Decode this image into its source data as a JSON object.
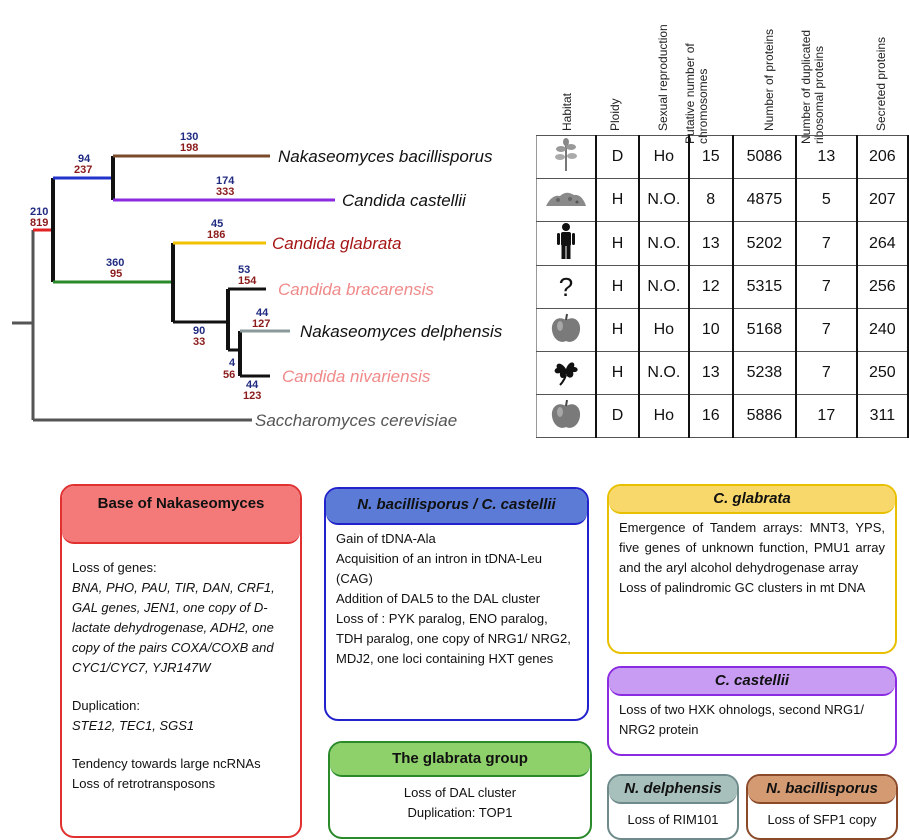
{
  "tree": {
    "taxa": [
      {
        "name": "Nakaseomyces bacillisporus",
        "color": "#111111"
      },
      {
        "name": "Candida castellii",
        "color": "#111111"
      },
      {
        "name": "Candida glabrata",
        "color": "#a61616"
      },
      {
        "name": "Candida bracarensis",
        "color": "#f08a8a"
      },
      {
        "name": "Nakaseomyces delphensis",
        "color": "#111111"
      },
      {
        "name": "Candida nivariensis",
        "color": "#f08a8a"
      },
      {
        "name": "Saccharomyces cerevisiae",
        "color": "#555555"
      }
    ],
    "branch_labels": [
      {
        "blue": "210",
        "red": "819"
      },
      {
        "blue": "94",
        "red": "237"
      },
      {
        "blue": "130",
        "red": "198"
      },
      {
        "blue": "174",
        "red": "333"
      },
      {
        "blue": "360",
        "red": "95"
      },
      {
        "blue": "45",
        "red": "186"
      },
      {
        "blue": "90",
        "red": "33"
      },
      {
        "blue": "53",
        "red": "154"
      },
      {
        "blue": "44",
        "red": "127"
      },
      {
        "blue": "4",
        "red": "56"
      },
      {
        "blue": "44",
        "red": "123"
      }
    ],
    "colors": {
      "root_branch": "#e02222",
      "bacillisporus_castellii_branch": "#2233cc",
      "bacillisporus_branch": "#7a4a2a",
      "castellii_branch": "#8a2be2",
      "glabrata_group_branch": "#2a8a2a",
      "glabrata_branch": "#f2c200",
      "delphensis_branch": "#8a9a9a",
      "cerevisiae_branch": "#555555",
      "label_blue": "#1f2a80",
      "label_red": "#8b1a1a"
    }
  },
  "table": {
    "headers": {
      "habitat": "Habitat",
      "ploidy": "Ploidy",
      "sexual": "Sexual reproduction",
      "chromosomes_l1": "Putative number of",
      "chromosomes_l2": "chromosomes",
      "proteins": "Number of proteins",
      "ribosomal_l1": "Number of duplicated",
      "ribosomal_l2": "ribosomal proteins",
      "secreted": "Secreted proteins"
    },
    "rows": [
      {
        "habitat_icon": "plant-icon",
        "ploidy": "D",
        "sexual": "Ho",
        "chromosomes": "15",
        "proteins": "5086",
        "ribosomal": "13",
        "secreted": "206"
      },
      {
        "habitat_icon": "soil-icon",
        "ploidy": "H",
        "sexual": "N.O.",
        "chromosomes": "8",
        "proteins": "4875",
        "ribosomal": "5",
        "secreted": "207"
      },
      {
        "habitat_icon": "human-icon",
        "ploidy": "H",
        "sexual": "N.O.",
        "chromosomes": "13",
        "proteins": "5202",
        "ribosomal": "7",
        "secreted": "264"
      },
      {
        "habitat_icon": "unknown-icon",
        "habitat_text": "?",
        "ploidy": "H",
        "sexual": "N.O.",
        "chromosomes": "12",
        "proteins": "5315",
        "ribosomal": "7",
        "secreted": "256"
      },
      {
        "habitat_icon": "apple-icon",
        "ploidy": "H",
        "sexual": "Ho",
        "chromosomes": "10",
        "proteins": "5168",
        "ribosomal": "7",
        "secreted": "240"
      },
      {
        "habitat_icon": "flower-icon",
        "ploidy": "H",
        "sexual": "N.O.",
        "chromosomes": "13",
        "proteins": "5238",
        "ribosomal": "7",
        "secreted": "250"
      },
      {
        "habitat_icon": "apple-icon",
        "ploidy": "D",
        "sexual": "Ho",
        "chromosomes": "16",
        "proteins": "5886",
        "ribosomal": "17",
        "secreted": "311"
      }
    ]
  },
  "boxes": {
    "base": {
      "title": "Base of Nakaseomyces",
      "color": "#e03030",
      "fill": "#f47a7a",
      "loss_genes": "Loss of genes:",
      "genes_list": "BNA, PHO, PAU, TIR, DAN, CRF1, GAL genes, JEN1, one copy of D-lactate dehydrogenase, ADH2, one copy of the pairs COXA/COXB and CYC1/CYC7, YJR147W",
      "duplication": "Duplication:",
      "duplication_list": "STE12, TEC1, SGS1",
      "ncrna": "Tendency towards large ncRNAs",
      "retro": "Loss of retrotransposons"
    },
    "bac_cas": {
      "title": "N. bacillisporus / C. castellii",
      "color": "#2222cc",
      "fill": "#5b7bd6",
      "line1": "Gain of tDNA-Ala",
      "line2": "Acquisition of an intron in tDNA-Leu (CAG)",
      "line3": "Addition of DAL5 to the DAL cluster",
      "line4": "Loss of : PYK paralog, ENO paralog, TDH paralog, one copy of NRG1/ NRG2, MDJ2, one loci containing HXT genes"
    },
    "glabrata_group": {
      "title": "The glabrata group",
      "color": "#2a8a2a",
      "fill": "#8ed06a",
      "line1": "Loss of DAL cluster",
      "line2": "Duplication: TOP1"
    },
    "c_glabrata": {
      "title": "C. glabrata",
      "color": "#e8c000",
      "fill": "#f8d86a",
      "line1": "Emergence of Tandem arrays: MNT3, YPS, five genes of unknown function, PMU1 array and the aryl alcohol dehydrogenase array",
      "line2": "Loss of palindromic GC clusters in mt DNA"
    },
    "c_castellii": {
      "title": "C. castellii",
      "color": "#8a2be2",
      "fill": "#c79cf2",
      "line1": "Loss of two HXK ohnologs, second NRG1/ NRG2 protein"
    },
    "n_delphensis": {
      "title": "N. delphensis",
      "color": "#6e8a8a",
      "fill": "#a8c0bc",
      "line1": "Loss of RIM101"
    },
    "n_bacillisporus": {
      "title": "N. bacillisporus",
      "color": "#8a4a2a",
      "fill": "#d49a72",
      "line1": "Loss of SFP1 copy"
    }
  }
}
